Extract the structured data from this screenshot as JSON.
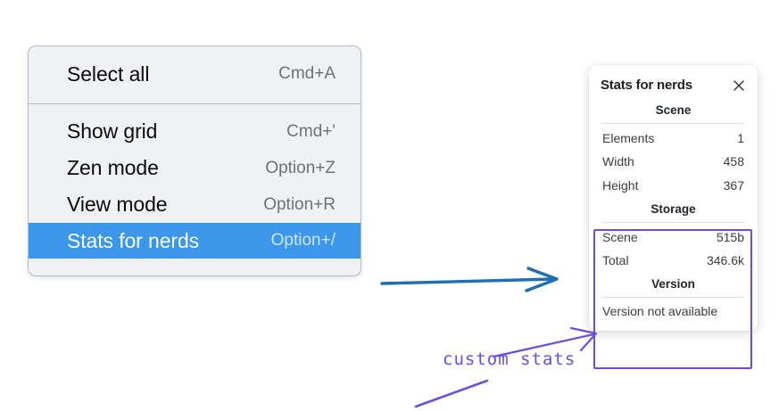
{
  "context_menu": {
    "name": "context-menu",
    "groups": [
      {
        "items": [
          {
            "label": "Select all",
            "shortcut": "Cmd+A",
            "selected": false
          }
        ]
      },
      {
        "items": [
          {
            "label": "Show grid",
            "shortcut": "Cmd+'",
            "selected": false
          },
          {
            "label": "Zen mode",
            "shortcut": "Option+Z",
            "selected": false
          },
          {
            "label": "View mode",
            "shortcut": "Option+R",
            "selected": false
          },
          {
            "label": "Stats for nerds",
            "shortcut": "Option+/",
            "selected": true
          }
        ]
      }
    ]
  },
  "stats_panel": {
    "title": "Stats for nerds",
    "close_icon": "close-icon",
    "sections": [
      {
        "heading": "Scene",
        "rows": [
          {
            "key": "Elements",
            "value": "1"
          },
          {
            "key": "Width",
            "value": "458"
          },
          {
            "key": "Height",
            "value": "367"
          }
        ]
      },
      {
        "heading": "Storage",
        "rows": [
          {
            "key": "Scene",
            "value": "515b"
          },
          {
            "key": "Total",
            "value": "346.6k"
          }
        ]
      },
      {
        "heading": "Version",
        "single_line": "Version not available"
      }
    ]
  },
  "annotations": {
    "custom_stats_label": "custom stats",
    "arrow_blue_color": "#1f6fb2",
    "arrow_purple_color": "#6b4ee0",
    "highlight_box_color": "#7048e8"
  },
  "colors": {
    "menu_background": "#f0f1f3",
    "menu_border": "#b6bcc4",
    "menu_selected": "#3a97ea",
    "menu_label": "#0b0b0b",
    "menu_shortcut": "#6e7175",
    "panel_background": "#ffffff",
    "panel_text": "#3a3d42",
    "panel_heading": "#22252a"
  }
}
